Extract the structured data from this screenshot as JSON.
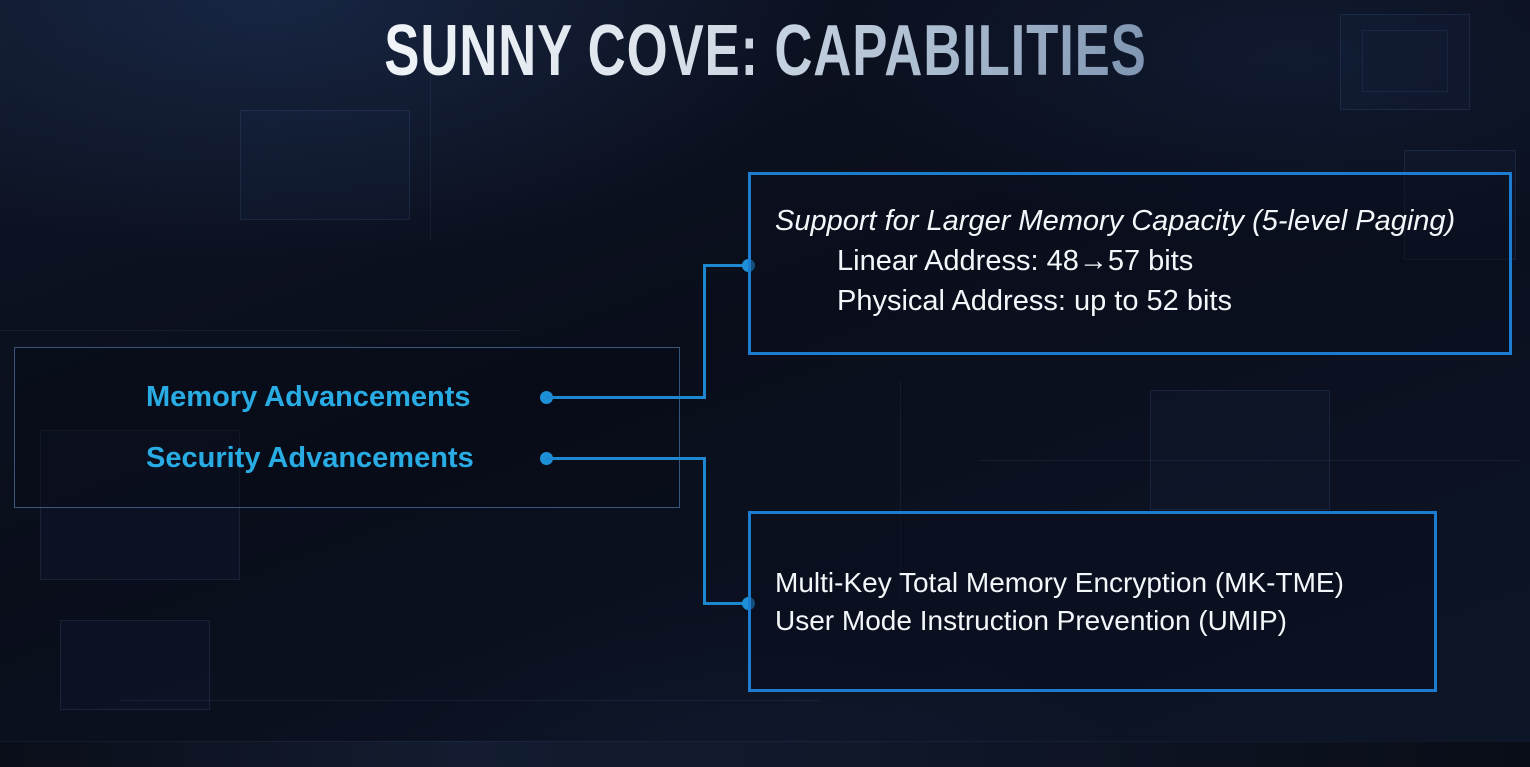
{
  "slide": {
    "title": "SUNNY COVE: CAPABILITIES"
  },
  "left_panel": {
    "items": [
      {
        "label": "Memory Advancements"
      },
      {
        "label": "Security Advancements"
      }
    ]
  },
  "memory_box": {
    "heading": "Support for Larger Memory Capacity (5-level Paging)",
    "lines": [
      "Linear Address: 48→57 bits",
      "Physical Address: up to 52 bits"
    ]
  },
  "security_box": {
    "lines": [
      "Multi-Key Total Memory Encryption (MK-TME)",
      "User Mode Instruction Prevention (UMIP)"
    ]
  },
  "colors": {
    "accent_cyan": "#29ace4",
    "connector_blue": "#1d87cf",
    "box_border_blue": "#1c7cd0",
    "background_navy": "#0a0e1b",
    "title_gradient_light": "#f0f4f8",
    "title_gradient_dark": "#7e94b0"
  }
}
